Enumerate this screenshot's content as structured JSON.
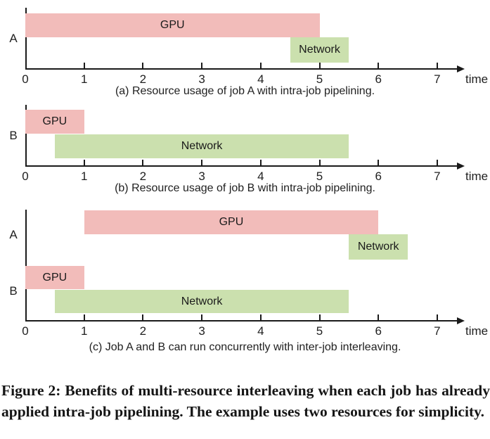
{
  "figure": {
    "caption": "Figure 2: Benefits of multi-resource interleaving when each job has already applied intra-job pipelining. The example uses two resources for simplicity."
  },
  "colors": {
    "gpu": "#f2bcba",
    "network": "#cbe0ae",
    "axis": "#1a1a1a"
  },
  "axis": {
    "min": 0,
    "max": 7,
    "tick_labels": [
      "0",
      "1",
      "2",
      "3",
      "4",
      "5",
      "6",
      "7"
    ],
    "label": "time"
  },
  "chart_data": [
    {
      "type": "gantt",
      "caption": "(a) Resource usage of job A with intra-job pipelining.",
      "xlabel": "time",
      "xlim": [
        0,
        7
      ],
      "rows": [
        {
          "job": "A",
          "lanes": [
            {
              "resource": "GPU",
              "start": 0,
              "end": 5,
              "color_key": "gpu"
            },
            {
              "resource": "Network",
              "start": 4.5,
              "end": 5.5,
              "color_key": "network"
            }
          ]
        }
      ]
    },
    {
      "type": "gantt",
      "caption": "(b) Resource usage of job B with intra-job pipelining.",
      "xlabel": "time",
      "xlim": [
        0,
        7
      ],
      "rows": [
        {
          "job": "B",
          "lanes": [
            {
              "resource": "GPU",
              "start": 0,
              "end": 1,
              "color_key": "gpu"
            },
            {
              "resource": "Network",
              "start": 0.5,
              "end": 5.5,
              "color_key": "network"
            }
          ]
        }
      ]
    },
    {
      "type": "gantt",
      "caption": "(c) Job A and B can run concurrently with inter-job interleaving.",
      "xlabel": "time",
      "xlim": [
        0,
        7
      ],
      "rows": [
        {
          "job": "A",
          "lanes": [
            {
              "resource": "GPU",
              "start": 1,
              "end": 6,
              "color_key": "gpu"
            },
            {
              "resource": "Network",
              "start": 5.5,
              "end": 6.5,
              "color_key": "network"
            }
          ]
        },
        {
          "job": "B",
          "lanes": [
            {
              "resource": "GPU",
              "start": 0,
              "end": 1,
              "color_key": "gpu"
            },
            {
              "resource": "Network",
              "start": 0.5,
              "end": 5.5,
              "color_key": "network"
            }
          ]
        }
      ]
    }
  ]
}
